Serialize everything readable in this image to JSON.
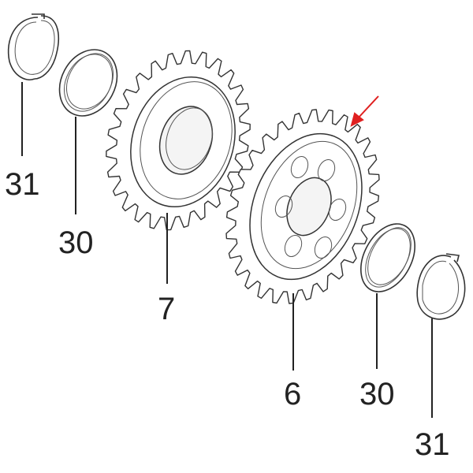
{
  "callouts": {
    "ring_left": "31",
    "washer_left": "30",
    "gear_left": "7",
    "gear_right": "6",
    "washer_right": "30",
    "ring_right": "31"
  },
  "colors": {
    "line": "#333333",
    "arrow": "#e02020",
    "background": "#ffffff"
  },
  "icons": {
    "indicator": "red-arrow-icon"
  }
}
